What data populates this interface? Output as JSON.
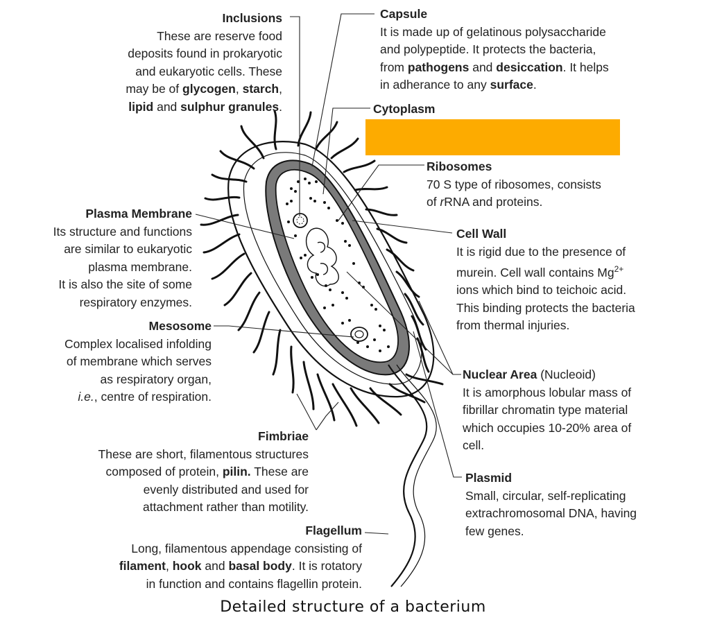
{
  "caption": "Detailed structure of a bacterium",
  "colors": {
    "redaction_box": "#FDAB00"
  },
  "labels": {
    "inclusions": {
      "title": "Inclusions",
      "line1": "These are reserve food",
      "line2": "deposits found in prokaryotic",
      "line3": "and eukaryotic cells. These",
      "line4_a": "may be of ",
      "glycogen": "glycogen",
      "comma1": ", ",
      "starch": "starch",
      "comma2": ",",
      "lipid": "lipid",
      "and": " and ",
      "sulphur": "sulphur granules",
      "period": "."
    },
    "capsule": {
      "title": "Capsule",
      "line1": "It is made up of gelatinous polysaccharide",
      "line2": "and polypeptide. It protects the bacteria,",
      "line3_a": "from ",
      "pathogens": "pathogens",
      "line3_b": " and ",
      "desiccation": "desiccation",
      "line3_c": ". It helps",
      "line4_a": "in adherance to any ",
      "surface": "surface",
      "line4_b": "."
    },
    "cytoplasm": {
      "title": "Cytoplasm"
    },
    "ribosomes": {
      "title": "Ribosomes",
      "line1": "70 S type of ribosomes, consists",
      "line2_a": "of ",
      "r": "r",
      "line2_b": "RNA and proteins."
    },
    "plasma_membrane": {
      "title": "Plasma Membrane",
      "line1": "Its structure and functions",
      "line2": "are similar to eukaryotic",
      "line3": "plasma membrane.",
      "line4": "It is also the site of some",
      "line5": "respiratory enzymes."
    },
    "cell_wall": {
      "title": "Cell Wall",
      "line1": "It is rigid due to the  presence of",
      "line2_a": "murein. Cell wall contains Mg",
      "sup": "2+",
      "line3": "ions which bind to teichoic acid.",
      "line4": "This binding protects the bacteria",
      "line5": "from thermal injuries."
    },
    "mesosome": {
      "title": "Mesosome",
      "line1": "Complex localised infolding",
      "line2": "of membrane which serves",
      "line3": "as respiratory organ,",
      "line4_a": "i.e.",
      "line4_b": ", centre of respiration."
    },
    "nuclear_area": {
      "title": "Nuclear Area",
      "subtitle": " (Nucleoid)",
      "line1": "It is amorphous lobular mass of",
      "line2": "fibrillar chromatin type material",
      "line3": "which occupies 10-20% area of",
      "line4": "cell."
    },
    "fimbriae": {
      "title": "Fimbriae",
      "line1": "These are short, filamentous structures",
      "line2_a": "composed of protein, ",
      "pilin": "pilin.",
      "line2_b": " These are",
      "line3": "evenly distributed and used for",
      "line4": "attachment rather than motility."
    },
    "plasmid": {
      "title": "Plasmid",
      "line1": "Small, circular, self-replicating",
      "line2": "extrachromosomal DNA, having",
      "line3": "few genes."
    },
    "flagellum": {
      "title": "Flagellum",
      "line1": "Long, filamentous appendage consisting of",
      "filament": "filament",
      "c1": ", ",
      "hook": "hook",
      "and1": " and ",
      "basal": "basal body",
      "line2_b": ". It is rotatory",
      "line3": "in function and contains flagellin protein."
    }
  }
}
